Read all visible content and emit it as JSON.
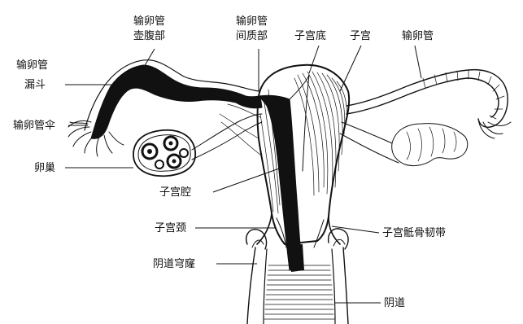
{
  "figure": {
    "labels": {
      "fallopian_ampulla": [
        "输卵管",
        "壶腹部"
      ],
      "fallopian_isthmus": [
        "输卵管",
        "间质部"
      ],
      "fundus": "子宫底",
      "uterus": "子宫",
      "fallopian_tube_right": "输卵管",
      "infundibulum": [
        "输卵管",
        "漏斗"
      ],
      "fimbriae": "输卵管伞",
      "ovary": "卵巢",
      "uterine_cavity": "子宫腔",
      "cervix": "子宫颈",
      "vaginal_fornix": "阴道穹窿",
      "uterosacral_ligament": "子宫骶骨韧带",
      "vagina": "阴道"
    }
  }
}
